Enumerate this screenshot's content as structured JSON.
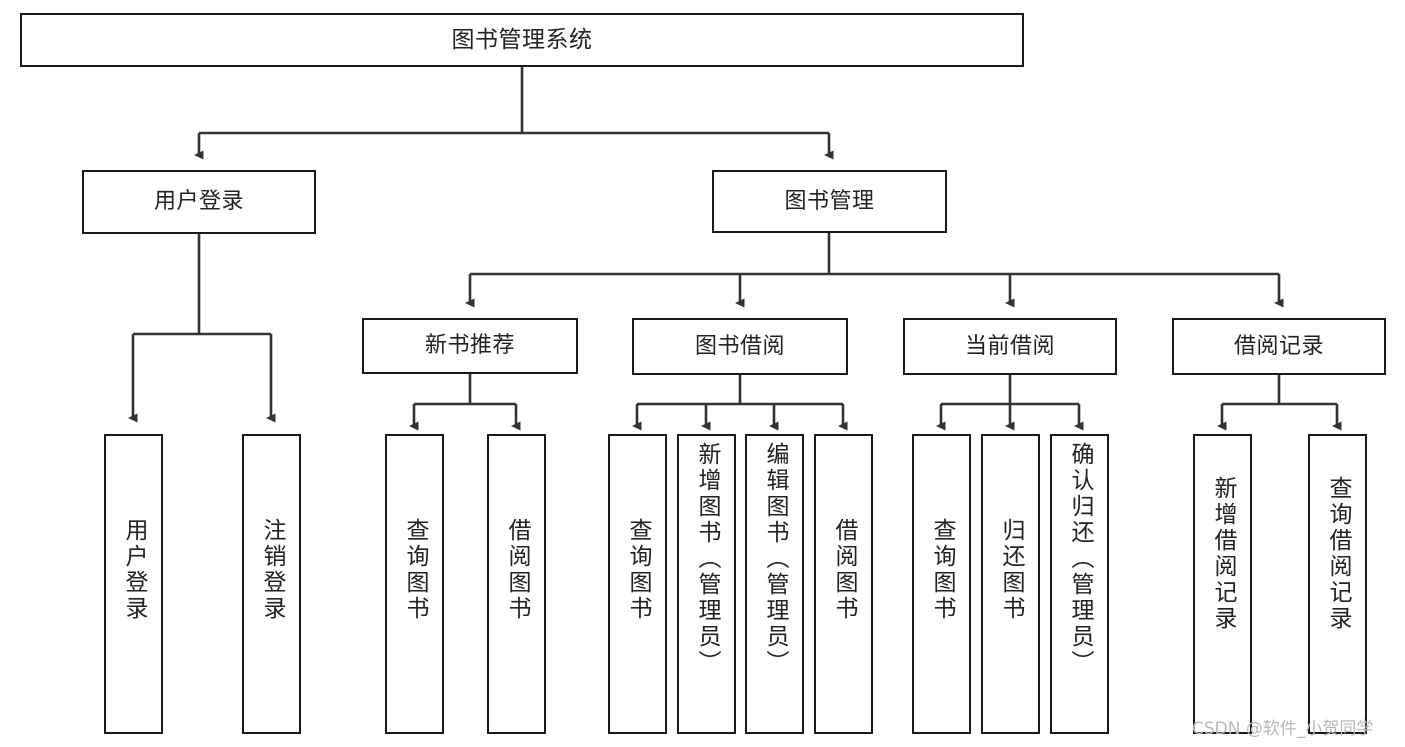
{
  "diagram": {
    "title": "图书管理系统",
    "type": "tree-hierarchy",
    "orientation": "top-down",
    "colors": {
      "box_border": "#1a1a1a",
      "box_fill": "#ffffff",
      "edge": "#333333",
      "text": "#222222",
      "watermark": "#b8b8b8",
      "canvas": "#ffffff"
    },
    "nodes": {
      "root": {
        "label": "图书管理系统",
        "level": 0,
        "orientation": "horizontal"
      },
      "l1": [
        {
          "id": "user-login",
          "label": "用户登录",
          "level": 1,
          "orientation": "horizontal"
        },
        {
          "id": "book-manage",
          "label": "图书管理",
          "level": 1,
          "orientation": "horizontal"
        }
      ],
      "l2": [
        {
          "id": "new-book-recommend",
          "label": "新书推荐",
          "level": 2,
          "orientation": "horizontal"
        },
        {
          "id": "book-borrow",
          "label": "图书借阅",
          "level": 2,
          "orientation": "horizontal"
        },
        {
          "id": "current-borrow",
          "label": "当前借阅",
          "level": 2,
          "orientation": "horizontal"
        },
        {
          "id": "borrow-record",
          "label": "借阅记录",
          "level": 2,
          "orientation": "horizontal"
        }
      ],
      "leaves": [
        {
          "id": "leaf-user-login",
          "label": "用户登录",
          "parent": "user-login",
          "orientation": "vertical"
        },
        {
          "id": "leaf-logout-login",
          "label": "注销登录",
          "parent": "user-login",
          "orientation": "vertical"
        },
        {
          "id": "leaf-query-book-1",
          "label": "查询图书",
          "parent": "new-book-recommend",
          "orientation": "vertical"
        },
        {
          "id": "leaf-borrow-book-1",
          "label": "借阅图书",
          "parent": "new-book-recommend",
          "orientation": "vertical"
        },
        {
          "id": "leaf-query-book-2",
          "label": "查询图书",
          "parent": "book-borrow",
          "orientation": "vertical"
        },
        {
          "id": "leaf-add-book",
          "label": "新增图书（管理员）",
          "parent": "book-borrow",
          "orientation": "vertical"
        },
        {
          "id": "leaf-edit-book",
          "label": "编辑图书（管理员）",
          "parent": "book-borrow",
          "orientation": "vertical"
        },
        {
          "id": "leaf-borrow-book-2",
          "label": "借阅图书",
          "parent": "book-borrow",
          "orientation": "vertical"
        },
        {
          "id": "leaf-query-book-3",
          "label": "查询图书",
          "parent": "current-borrow",
          "orientation": "vertical"
        },
        {
          "id": "leaf-return-book",
          "label": "归还图书",
          "parent": "current-borrow",
          "orientation": "vertical"
        },
        {
          "id": "leaf-confirm-return",
          "label": "确认归还（管理员）",
          "parent": "current-borrow",
          "orientation": "vertical"
        },
        {
          "id": "leaf-add-record",
          "label": "新增借阅记录",
          "parent": "borrow-record",
          "orientation": "vertical"
        },
        {
          "id": "leaf-query-record",
          "label": "查询借阅记录",
          "parent": "borrow-record",
          "orientation": "vertical"
        }
      ]
    }
  },
  "watermark": {
    "text": "CSDN @软件_小贺同学"
  }
}
